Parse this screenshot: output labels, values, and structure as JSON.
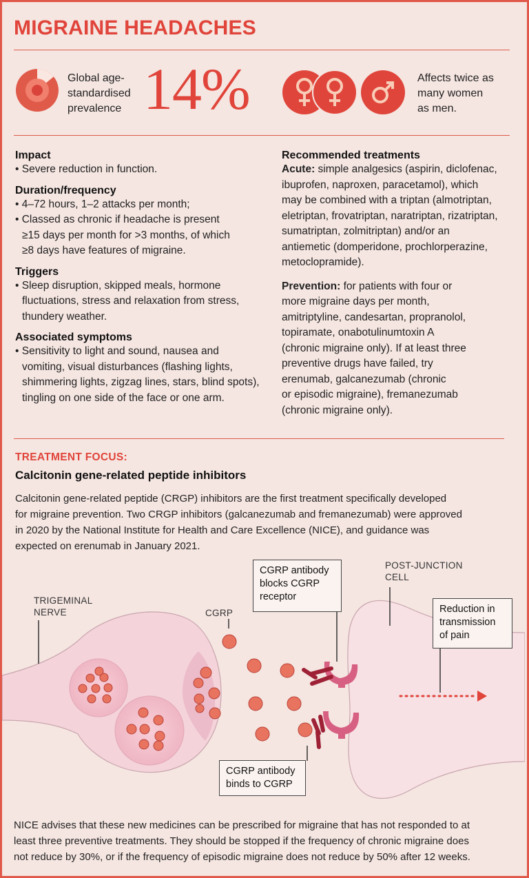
{
  "title": "MIGRAINE HEADACHES",
  "prevalence": {
    "label_lines": [
      "Global age-",
      "standardised",
      "prevalence"
    ],
    "value": "14%",
    "fraction": 0.14
  },
  "gender": {
    "icons": [
      "female-symbol",
      "female-symbol",
      "male-symbol"
    ],
    "text_lines": [
      "Affects twice as",
      "many women",
      "as men."
    ]
  },
  "left_sections": [
    {
      "heading": "Impact",
      "bullets": [
        "• Severe reduction in function."
      ]
    },
    {
      "heading": "Duration/frequency",
      "bullets": [
        "• 4–72 hours, 1–2 attacks per month;",
        "• Classed as chronic if headache is present",
        "≥15 days per month for >3 months, of which",
        "≥8 days have features of migraine."
      ]
    },
    {
      "heading": "Triggers",
      "bullets": [
        "• Sleep disruption, skipped meals, hormone",
        "fluctuations, stress and relaxation from stress,",
        "thundery weather."
      ]
    },
    {
      "heading": "Associated symptoms",
      "bullets": [
        "• Sensitivity to light and sound, nausea and",
        "vomiting, visual disturbances (flashing lights,",
        "shimmering lights, zigzag lines, stars, blind spots),",
        "tingling on one side of the face or one arm."
      ]
    }
  ],
  "treatments": {
    "heading": "Recommended treatments",
    "acute_label": "Acute:",
    "acute_lines": [
      " simple analgesics (aspirin, diclofenac,",
      "ibuprofen, naproxen, paracetamol), which",
      "may be combined with a triptan (almotriptan,",
      "eletriptan, frovatriptan, naratriptan, rizatriptan,",
      "sumatriptan, zolmitriptan) and/or an",
      "antiemetic (domperidone, prochlorperazine,",
      "metoclopramide)."
    ],
    "prevention_label": "Prevention:",
    "prevention_lines": [
      " for patients with four or",
      "more migraine days per month,",
      "amitriptyline, candesartan, propranolol,",
      "topiramate, onabotulinumtoxin A",
      "(chronic migraine only). If at least three",
      "preventive drugs have failed, try",
      "erenumab, galcanezumab (chronic",
      "or episodic migraine), fremanezumab",
      "(chronic migraine only)."
    ]
  },
  "focus": {
    "label": "TREATMENT FOCUS:",
    "title": "Calcitonin gene-related peptide inhibitors",
    "para_lines": [
      "Calcitonin gene-related peptide (CRGP) inhibitors are the first treatment specifically developed",
      "for migraine prevention. Two CRGP inhibitors (galcanezumab and fremanezumab) were approved",
      "in 2020 by the National Institute for Health and Care Excellence (NICE), and guidance was",
      "expected on erenumab in January 2021."
    ]
  },
  "diagram": {
    "trigeminal": [
      "TRIGEMINAL",
      "NERVE"
    ],
    "cgrp": "CGRP",
    "post_junction": [
      "POST-JUNCTION",
      "CELL"
    ],
    "blocks": [
      "CGRP antibody",
      "blocks CGRP",
      "receptor"
    ],
    "binds": [
      "CGRP antibody",
      "binds to CGRP"
    ],
    "reduction": [
      "Reduction in",
      "transmission",
      "of pain"
    ]
  },
  "footer_lines": [
    "NICE advises that these new medicines can be prescribed for migraine that has not responded to at",
    "least three preventive treatments. They should be stopped if the frequency of chronic migraine does",
    "not reduce by 30%, or if the frequency of episodic migraine does not reduce by 50% after 12 weeks."
  ],
  "colors": {
    "accent": "#e0443a",
    "background": "#f5e6e1",
    "nerve": "#f3d3d9",
    "particle": "#e8735e"
  }
}
